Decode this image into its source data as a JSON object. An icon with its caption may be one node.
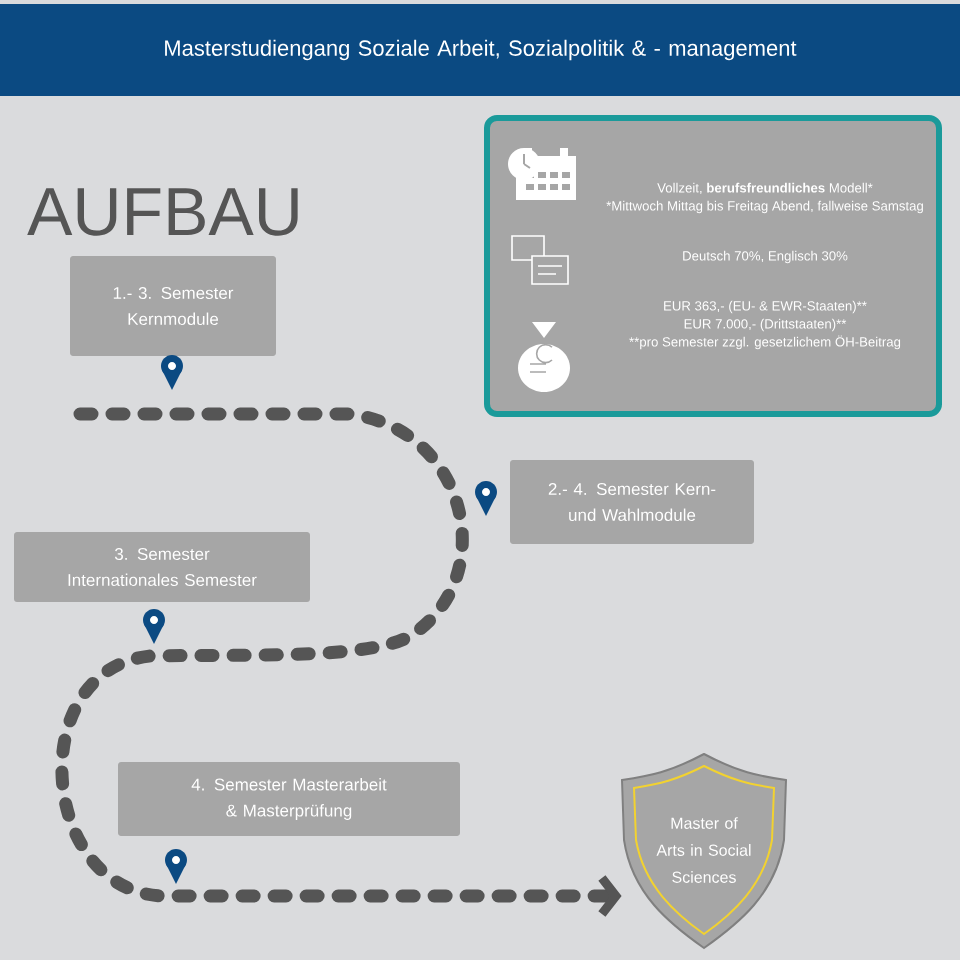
{
  "diagram": {
    "title": "Masterstudiengang Soziale Arbeit, Sozialpolitik & - management",
    "nodes": [
      {
        "text": [
          "Vollzeit, **berufsfreundliches** Modell*",
          "*Mittwoch Mittag bis Freitag Abend, fallweise Samstag",
          "Deutsch 70%, Englisch 30%",
          "EUR 363,- (EU- & EWR-Staaten)**",
          "EUR 7.000,- (Drittstaaten)**",
          "**pro Semester zzgl. gesetzlichem ÖH-Beitrag"
        ]
      },
      {
        "text": [
          "1.- 3. Semester Kernmodule"
        ]
      },
      {
        "text": [
          "2.- 4. Semester Kern- und Wahlmodule"
        ]
      },
      {
        "text": [
          "3. Semester Internationales Semester"
        ]
      },
      {
        "text": [
          "4. Semester Masterarbeit & Masterprüfung"
        ]
      },
      {
        "text": [
          "Master of Arts in Social Sciences"
        ]
      }
    ],
    "edges": [
      {
        "from": null,
        "to": 5,
        "arrow": "to",
        "style": "dashed"
      }
    ],
    "labels": [
      "AUFBAU"
    ]
  }
}
